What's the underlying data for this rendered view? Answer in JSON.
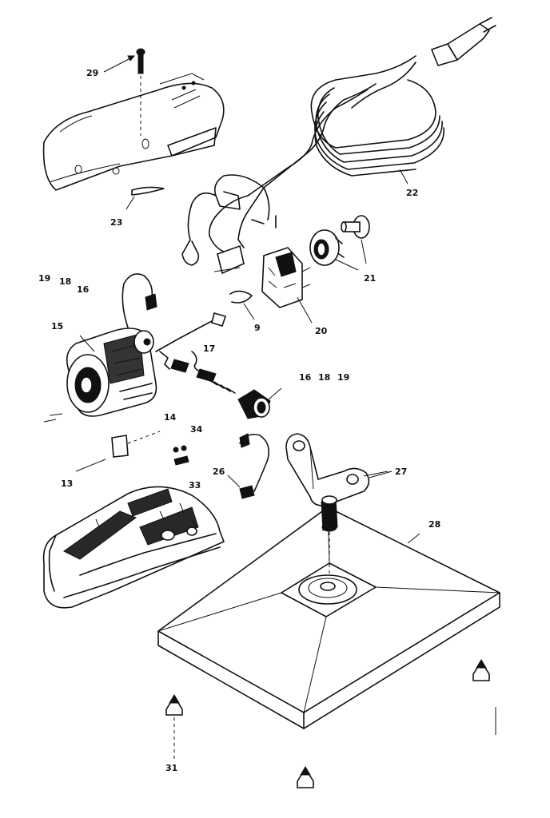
{
  "callouts": {
    "c29": "29",
    "c22": "22",
    "c23": "23",
    "c21": "21",
    "c19a": "19",
    "c18a": "18",
    "c16a": "16",
    "c15": "15",
    "c9": "9",
    "c20": "20",
    "c17": "17",
    "c16b": "16",
    "c18b": "18",
    "c19b": "19",
    "c14": "14",
    "c34": "34",
    "c13": "13",
    "c33": "33",
    "c26": "26",
    "c27": "27",
    "c28": "28",
    "c31": "31"
  }
}
